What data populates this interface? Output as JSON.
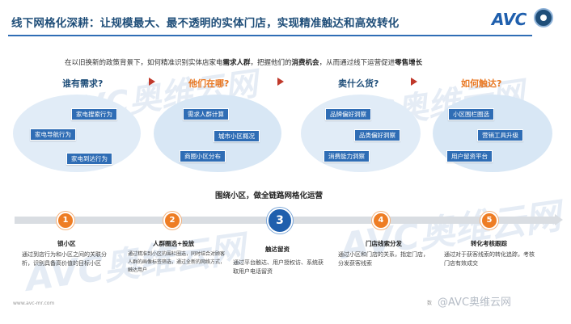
{
  "header": {
    "title": "线下网格化深耕：让规模最大、最不透明的实体门店，实现精准触达和高效转化",
    "logo": "AVC"
  },
  "intro": {
    "part1": "在以旧换新的政策背景下，如何精准识别实体店家电",
    "bold1": "需求人群",
    "part2": "，把握他们的",
    "bold2": "消费机会",
    "part3": "，从而通过线下运营促进",
    "bold3": "零售增长"
  },
  "steps": [
    {
      "question": "谁有需求?",
      "tags": [
        "家电搜索行为",
        "家电导航行为",
        "家电到达行为"
      ]
    },
    {
      "question": "他们在哪?",
      "tags": [
        "需求人群计算",
        "城市小区概况",
        "商圈小区分布"
      ]
    },
    {
      "question": "卖什么货?",
      "tags": [
        "品牌偏好洞察",
        "品类偏好洞察",
        "消费能力洞察"
      ]
    },
    {
      "question": "如何触达?",
      "tags": [
        "小区围栏圈选",
        "营销工具升级",
        "用户留资平台"
      ]
    }
  ],
  "section": {
    "title": "围绕小区，做全链路网格化运营"
  },
  "timeline": [
    {
      "num": "1",
      "title": "锁小区",
      "desc": "通过到店行为和小区之间的关联分析，识别具备高价值的目标小区"
    },
    {
      "num": "2",
      "title": "人群圈选+投放",
      "desc": "通过精准到小区的围栏圈选，同时结合对顾客人群的画像标签筛选，通过全新的网络方式，触达用户"
    },
    {
      "num": "3",
      "title": "触达留资",
      "desc": "通过平台触达、用户授权访、系统获取用户电话留资"
    },
    {
      "num": "4",
      "title": "门店线索分发",
      "desc": "通过小区和门店的关系，指定门店，分发获客线索"
    },
    {
      "num": "5",
      "title": "转化考核跟踪",
      "desc": "通过对于获客线索的转化追踪，考核门店有效成交"
    }
  ],
  "footer": {
    "url": "www.avc-mr.com",
    "small": "数",
    "credit": "@AVC奥维云网"
  },
  "watermark": "AVC奥维云网"
}
